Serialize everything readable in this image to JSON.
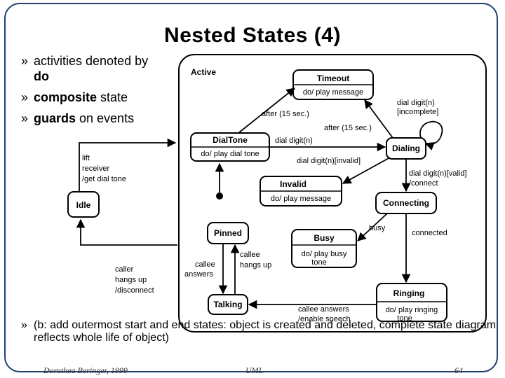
{
  "slide": {
    "title": "Nested States (4)",
    "bullets": [
      {
        "pre": "activities denoted by ",
        "bold": "do",
        "post": ""
      },
      {
        "pre": "",
        "bold": "composite",
        "post": " state"
      },
      {
        "pre": "",
        "bold": "guards",
        "post": " on events"
      }
    ],
    "bullet_mark": "»",
    "bottom_bullet": "(b: add outermost start and end states: object is created and deleted, complete state diagram reflects whole life of object)",
    "footer": {
      "author": "Dorothea Beringer, 1999",
      "topic": "UML",
      "page": "64"
    }
  },
  "diagram": {
    "composite_label": "Active",
    "states": {
      "idle": {
        "name": "Idle"
      },
      "timeout": {
        "name": "Timeout",
        "activity": "do/ play message"
      },
      "dialtone": {
        "name": "DialTone",
        "activity": "do/ play dial tone"
      },
      "dialing": {
        "name": "Dialing"
      },
      "invalid": {
        "name": "Invalid",
        "activity": "do/ play message"
      },
      "connecting": {
        "name": "Connecting"
      },
      "pinned": {
        "name": "Pinned"
      },
      "busy": {
        "name": "Busy",
        "activity1": "do/ play busy",
        "activity2": "tone"
      },
      "ringing": {
        "name": "Ringing",
        "activity1": "do/ play ringing",
        "activity2": "tone"
      },
      "talking": {
        "name": "Talking"
      }
    },
    "labels": {
      "lift1": "lift",
      "lift2": "receiver",
      "lift3": "/get dial tone",
      "after1": "after (15 sec.)",
      "after2": "after (15 sec.)",
      "dialdigit_loop1": "dial digit(n)",
      "dialdigit_loop2": "[incomplete]",
      "dialdigit": "dial digit(n)",
      "dialinvalid": "dial digit(n)[invalid]",
      "dialvalid1": "dial digit(n)[valid]",
      "dialvalid2": "/connect",
      "busy": "busy",
      "connected": "connected",
      "callee_hangs1": "callee",
      "callee_hangs2": "hangs up",
      "callee_answers1": "callee",
      "callee_answers2": "answers",
      "caller_hangs1": "caller",
      "caller_hangs2": "hangs up",
      "caller_hangs3": "/disconnect",
      "callee_answers_sp1": "callee answers",
      "callee_answers_sp2": "/enable speech"
    }
  },
  "colors": {
    "frame": "#1f3f73"
  }
}
